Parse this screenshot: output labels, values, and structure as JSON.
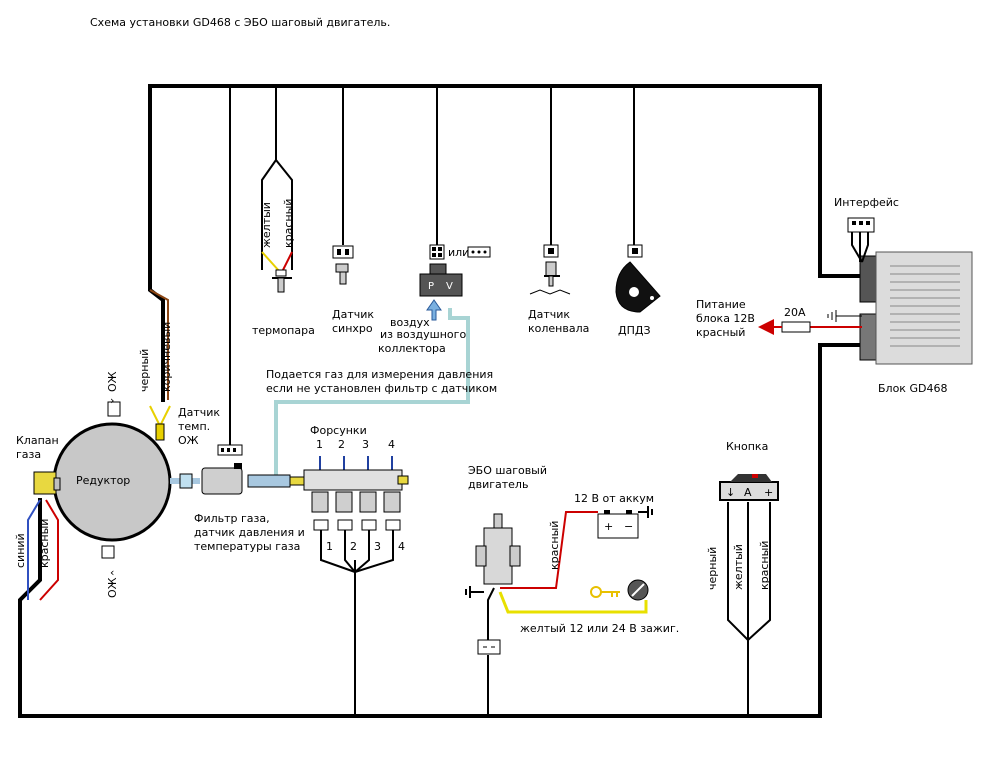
{
  "title": "Схема установки GD468 с ЭБО шаговый двигатель.",
  "ecu": {
    "interface": "Интерфейс",
    "block": "Блок GD468",
    "power_line1": "Питание",
    "power_line2": "блока 12В",
    "power_line3": "красный",
    "fuse": "20А"
  },
  "thermocouple": {
    "wire_yellow": "желтый",
    "wire_red": "красный",
    "label": "термопара"
  },
  "sync": {
    "line1": "Датчик",
    "line2": "синхро"
  },
  "map": {
    "or": "или",
    "p": "P",
    "v": "V",
    "line1": "воздух",
    "line2": "из воздушного",
    "line3": "коллектора"
  },
  "crank": {
    "line1": "Датчик",
    "line2": "коленвала"
  },
  "tps": {
    "label": "ДПДЗ"
  },
  "pressure_note": {
    "line1": "Подается газ для измерения давления",
    "line2": "если не установлен фильтр с датчиком"
  },
  "reducer": {
    "label": "Редуктор",
    "temp_line1": "Датчик",
    "temp_line2": "темп.",
    "temp_line3": "ОЖ",
    "oj_top": "ОЖ",
    "oj_bottom": "ОЖ",
    "wire_black": "черный",
    "wire_brown": "коричневый"
  },
  "valve": {
    "line1": "Клапан",
    "line2": "газа",
    "wire_blue": "синий",
    "wire_red": "красный"
  },
  "filter": {
    "line1": "Фильтр газа,",
    "line2": "датчик давления и",
    "line3": "температуры газа"
  },
  "injectors": {
    "title": "Форсунки",
    "numbers": [
      "1",
      "2",
      "3",
      "4"
    ]
  },
  "stepper": {
    "line1": "ЭБО шаговый",
    "line2": "двигатель",
    "wire_red": "красный",
    "battery": "12 В от аккум",
    "yellow_note": "желтый 12 или 24 В зажиг.",
    "plus": "+",
    "minus": "−"
  },
  "switch": {
    "title": "Кнопка",
    "sym_down": "↓",
    "sym_a": "A",
    "sym_plus": "+",
    "wire_black": "черный",
    "wire_yellow": "желтый",
    "wire_red": "красный"
  },
  "colors": {
    "bus": "#000000",
    "red_wire": "#cc0000",
    "yellow_wire": "#e8e000",
    "pressure_hose": "#a8d4d4",
    "fuel_hose": "#a8c8e0",
    "ecu_body": "#dcdcdc"
  }
}
